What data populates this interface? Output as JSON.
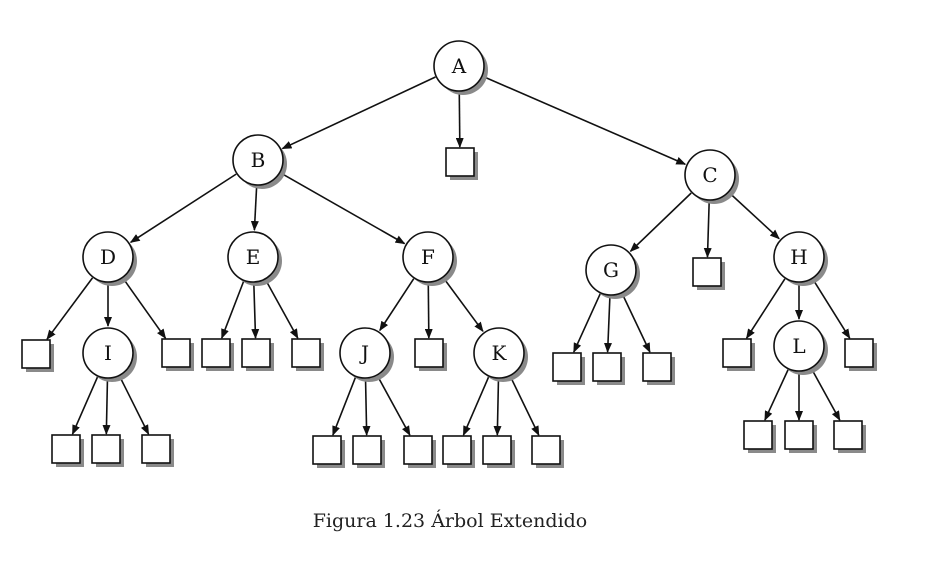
{
  "caption": "Figura 1.23 Árbol Extendido",
  "colors": {
    "stroke": "#111111",
    "shadow": "#8a8a8a",
    "fill": "#ffffff"
  },
  "nodes": [
    {
      "id": "A",
      "label": "A",
      "kind": "internal"
    },
    {
      "id": "B",
      "label": "B",
      "kind": "internal"
    },
    {
      "id": "C",
      "label": "C",
      "kind": "internal"
    },
    {
      "id": "D",
      "label": "D",
      "kind": "internal"
    },
    {
      "id": "E",
      "label": "E",
      "kind": "internal"
    },
    {
      "id": "F",
      "label": "F",
      "kind": "internal"
    },
    {
      "id": "G",
      "label": "G",
      "kind": "internal"
    },
    {
      "id": "H",
      "label": "H",
      "kind": "internal"
    },
    {
      "id": "I",
      "label": "I",
      "kind": "internal"
    },
    {
      "id": "J",
      "label": "J",
      "kind": "internal"
    },
    {
      "id": "K",
      "label": "K",
      "kind": "internal"
    },
    {
      "id": "L",
      "label": "L",
      "kind": "internal"
    },
    {
      "id": "eA",
      "label": "",
      "kind": "external"
    },
    {
      "id": "eD1",
      "label": "",
      "kind": "external"
    },
    {
      "id": "eD2",
      "label": "",
      "kind": "external"
    },
    {
      "id": "eE1",
      "label": "",
      "kind": "external"
    },
    {
      "id": "eE2",
      "label": "",
      "kind": "external"
    },
    {
      "id": "eE3",
      "label": "",
      "kind": "external"
    },
    {
      "id": "eF",
      "label": "",
      "kind": "external"
    },
    {
      "id": "eI1",
      "label": "",
      "kind": "external"
    },
    {
      "id": "eI2",
      "label": "",
      "kind": "external"
    },
    {
      "id": "eI3",
      "label": "",
      "kind": "external"
    },
    {
      "id": "eJ1",
      "label": "",
      "kind": "external"
    },
    {
      "id": "eJ2",
      "label": "",
      "kind": "external"
    },
    {
      "id": "eJ3",
      "label": "",
      "kind": "external"
    },
    {
      "id": "eK1",
      "label": "",
      "kind": "external"
    },
    {
      "id": "eK2",
      "label": "",
      "kind": "external"
    },
    {
      "id": "eK3",
      "label": "",
      "kind": "external"
    },
    {
      "id": "eC",
      "label": "",
      "kind": "external"
    },
    {
      "id": "eG1",
      "label": "",
      "kind": "external"
    },
    {
      "id": "eG2",
      "label": "",
      "kind": "external"
    },
    {
      "id": "eG3",
      "label": "",
      "kind": "external"
    },
    {
      "id": "eH1",
      "label": "",
      "kind": "external"
    },
    {
      "id": "eH2",
      "label": "",
      "kind": "external"
    },
    {
      "id": "eL1",
      "label": "",
      "kind": "external"
    },
    {
      "id": "eL2",
      "label": "",
      "kind": "external"
    },
    {
      "id": "eL3",
      "label": "",
      "kind": "external"
    }
  ],
  "edges": [
    [
      "A",
      "B"
    ],
    [
      "A",
      "eA"
    ],
    [
      "A",
      "C"
    ],
    [
      "B",
      "D"
    ],
    [
      "B",
      "E"
    ],
    [
      "B",
      "F"
    ],
    [
      "D",
      "eD1"
    ],
    [
      "D",
      "I"
    ],
    [
      "D",
      "eD2"
    ],
    [
      "I",
      "eI1"
    ],
    [
      "I",
      "eI2"
    ],
    [
      "I",
      "eI3"
    ],
    [
      "E",
      "eE1"
    ],
    [
      "E",
      "eE2"
    ],
    [
      "E",
      "eE3"
    ],
    [
      "F",
      "J"
    ],
    [
      "F",
      "eF"
    ],
    [
      "F",
      "K"
    ],
    [
      "J",
      "eJ1"
    ],
    [
      "J",
      "eJ2"
    ],
    [
      "J",
      "eJ3"
    ],
    [
      "K",
      "eK1"
    ],
    [
      "K",
      "eK2"
    ],
    [
      "K",
      "eK3"
    ],
    [
      "C",
      "G"
    ],
    [
      "C",
      "eC"
    ],
    [
      "C",
      "H"
    ],
    [
      "G",
      "eG1"
    ],
    [
      "G",
      "eG2"
    ],
    [
      "G",
      "eG3"
    ],
    [
      "H",
      "eH1"
    ],
    [
      "H",
      "L"
    ],
    [
      "H",
      "eH2"
    ],
    [
      "L",
      "eL1"
    ],
    [
      "L",
      "eL2"
    ],
    [
      "L",
      "eL3"
    ]
  ]
}
